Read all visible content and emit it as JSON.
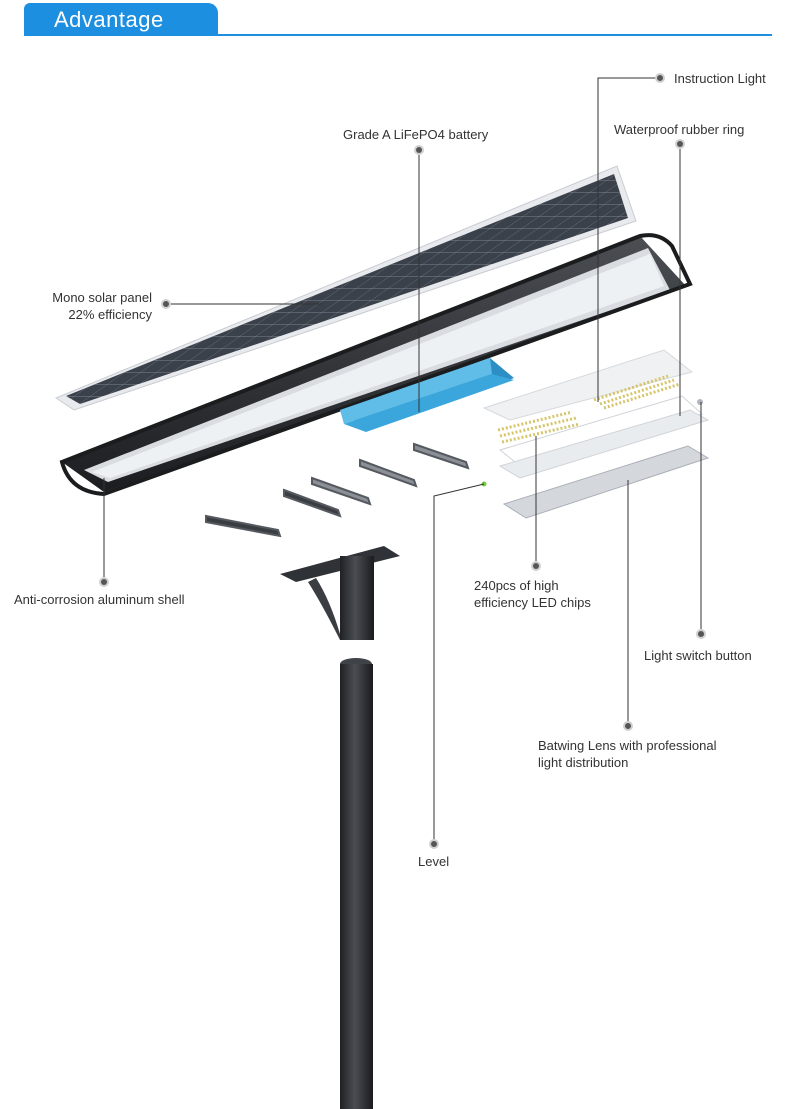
{
  "header": {
    "title": "Advantage"
  },
  "colors": {
    "accent": "#1d8fe0",
    "battery": "#3aa6dc",
    "shell": "#2b2d30",
    "solar": "#3a3f48"
  },
  "labels": {
    "instruction_light": "Instruction Light",
    "waterproof_ring": "Waterproof rubber ring",
    "battery": "Grade A LiFePO4 battery",
    "solar_panel_line1": "Mono solar panel",
    "solar_panel_line2": "22% efficiency",
    "shell": "Anti-corrosion aluminum shell",
    "led_chips_line1": "240pcs of high",
    "led_chips_line2": "efficiency LED chips",
    "switch_button": "Light switch button",
    "lens_line1": "Batwing Lens with professional",
    "lens_line2": "light distribution",
    "level": "Level"
  }
}
